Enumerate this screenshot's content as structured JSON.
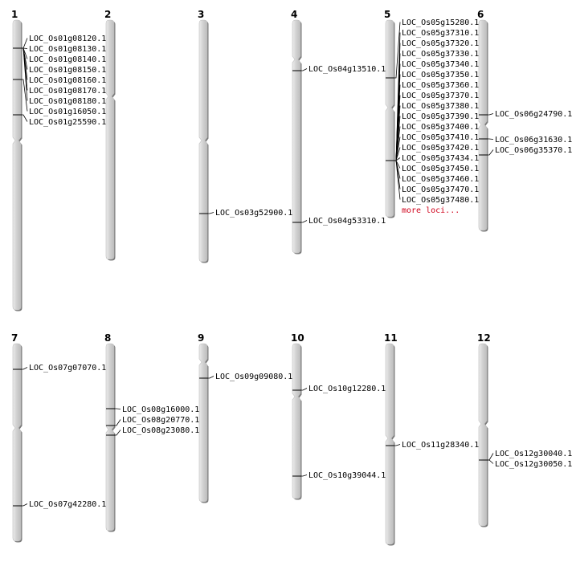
{
  "chromosomes": [
    {
      "label": "1",
      "loci": [
        "LOC_Os01g08120.1",
        "LOC_Os01g08130.1",
        "LOC_Os01g08140.1",
        "LOC_Os01g08150.1",
        "LOC_Os01g08160.1",
        "LOC_Os01g08170.1",
        "LOC_Os01g08180.1",
        "LOC_Os01g16050.1",
        "LOC_Os01g25590.1"
      ]
    },
    {
      "label": "2",
      "loci": []
    },
    {
      "label": "3",
      "loci": [
        "LOC_Os03g52900.1"
      ]
    },
    {
      "label": "4",
      "loci": [
        "LOC_Os04g13510.1",
        "LOC_Os04g53310.1"
      ]
    },
    {
      "label": "5",
      "loci": [
        "LOC_Os05g15280.1",
        "LOC_Os05g37310.1",
        "LOC_Os05g37320.1",
        "LOC_Os05g37330.1",
        "LOC_Os05g37340.1",
        "LOC_Os05g37350.1",
        "LOC_Os05g37360.1",
        "LOC_Os05g37370.1",
        "LOC_Os05g37380.1",
        "LOC_Os05g37390.1",
        "LOC_Os05g37400.1",
        "LOC_Os05g37410.1",
        "LOC_Os05g37420.1",
        "LOC_Os05g37434.1",
        "LOC_Os05g37450.1",
        "LOC_Os05g37460.1",
        "LOC_Os05g37470.1",
        "LOC_Os05g37480.1"
      ],
      "more": "more loci..."
    },
    {
      "label": "6",
      "loci": [
        "LOC_Os06g24790.1",
        "LOC_Os06g31630.1",
        "LOC_Os06g35370.1"
      ]
    },
    {
      "label": "7",
      "loci": [
        "LOC_Os07g07070.1",
        "LOC_Os07g42280.1"
      ]
    },
    {
      "label": "8",
      "loci": [
        "LOC_Os08g16000.1",
        "LOC_Os08g20770.1",
        "LOC_Os08g23080.1"
      ]
    },
    {
      "label": "9",
      "loci": [
        "LOC_Os09g09080.1"
      ]
    },
    {
      "label": "10",
      "loci": [
        "LOC_Os10g12280.1",
        "LOC_Os10g39044.1"
      ]
    },
    {
      "label": "11",
      "loci": [
        "LOC_Os11g28340.1"
      ]
    },
    {
      "label": "12",
      "loci": [
        "LOC_Os12g30040.1",
        "LOC_Os12g30050.1"
      ]
    }
  ],
  "colors": {
    "chromosome_fill": "#d4d4d4",
    "chromosome_shadow": "#7a7a7a",
    "more_link": "#d0021b"
  }
}
